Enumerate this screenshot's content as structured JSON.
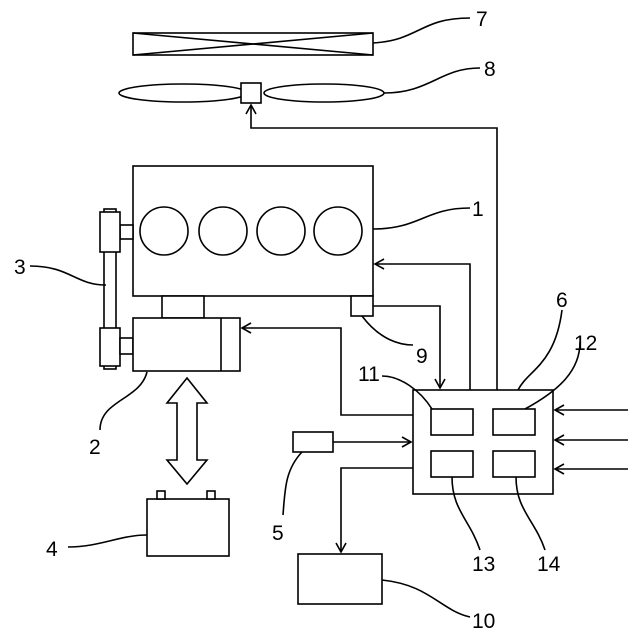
{
  "labels": {
    "engine": "1",
    "generator": "2",
    "belt": "3",
    "battery": "4",
    "sensor": "5",
    "controller": "6",
    "radiator": "7",
    "fan": "8",
    "engine_sensor": "9",
    "load_unit": "10",
    "ctrl_block_a": "11",
    "ctrl_block_b": "12",
    "ctrl_block_c": "13",
    "ctrl_block_d": "14"
  }
}
